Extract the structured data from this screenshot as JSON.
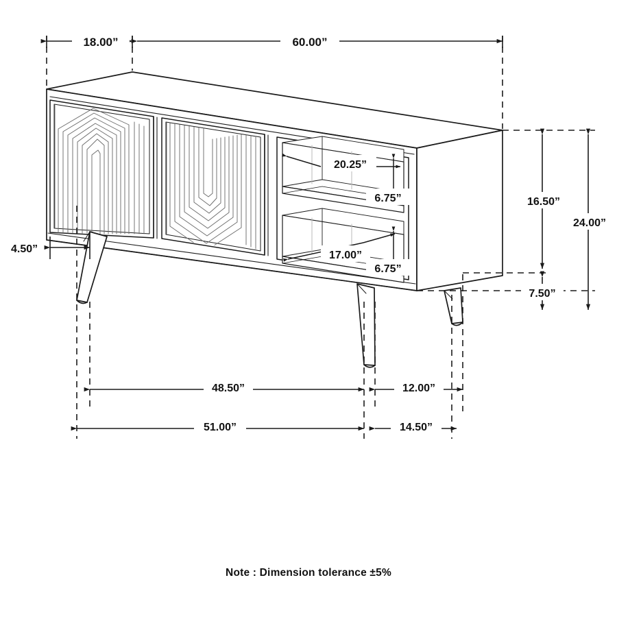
{
  "drawing": {
    "title_note": "Note : Dimension tolerance ±5%",
    "units": "inches",
    "line_color": "#1a1a1a",
    "text_color": "#111111",
    "background": "#ffffff",
    "product": "TV console / media cabinet with two patterned doors and two open shelves"
  },
  "dimensions": {
    "top_depth": "18.00”",
    "top_width": "60.00”",
    "shelf_upper_width": "20.25”",
    "shelf_upper_height": "6.75”",
    "shelf_lower_depth": "17.00”",
    "shelf_lower_height": "6.75”",
    "body_height": "16.50”",
    "leg_height": "7.50”",
    "overall_height": "24.00”",
    "leg_offset": "4.50”",
    "leg_span_front": "48.50”",
    "leg_depth_rear": "12.00”",
    "overall_span": "51.00”",
    "overall_depth_span": "14.50”"
  },
  "labels": {
    "dim_18": "18.00”",
    "dim_60": "60.00”",
    "dim_2025": "20.25”",
    "dim_675_upper": "6.75”",
    "dim_1700": "17.00”",
    "dim_675_lower": "6.75”",
    "dim_1650": "16.50”",
    "dim_750": "7.50”",
    "dim_2400": "24.00”",
    "dim_450": "4.50”",
    "dim_4850": "48.50”",
    "dim_1200": "12.00”",
    "dim_5100": "51.00”",
    "dim_1450": "14.50”"
  }
}
